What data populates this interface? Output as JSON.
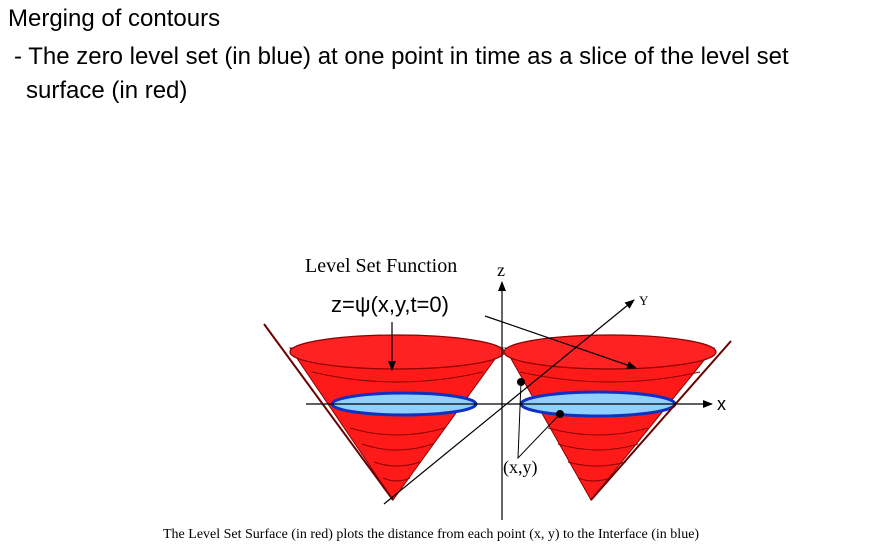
{
  "slide": {
    "title": "Merging of contours",
    "bullet_line_1": "- The zero level set (in blue) at one point in time as a slice of the level set",
    "bullet_line_2": "surface (in red)"
  },
  "figure": {
    "heading": "Level Set Function",
    "z_axis_label": "z",
    "y_axis_label": "Y",
    "x_axis_label": "x",
    "equation": "z=ψ(x,y,t=0)",
    "point_label": "(x,y)",
    "caption": "The Level Set Surface (in red) plots the distance from each point (x, y) to the Interface (in blue)",
    "colors": {
      "surface_red": "#ff1a1a",
      "surface_edge": "#8a0000",
      "interface_blue": "#8fd0ff",
      "interface_edge": "#1030c0"
    }
  }
}
